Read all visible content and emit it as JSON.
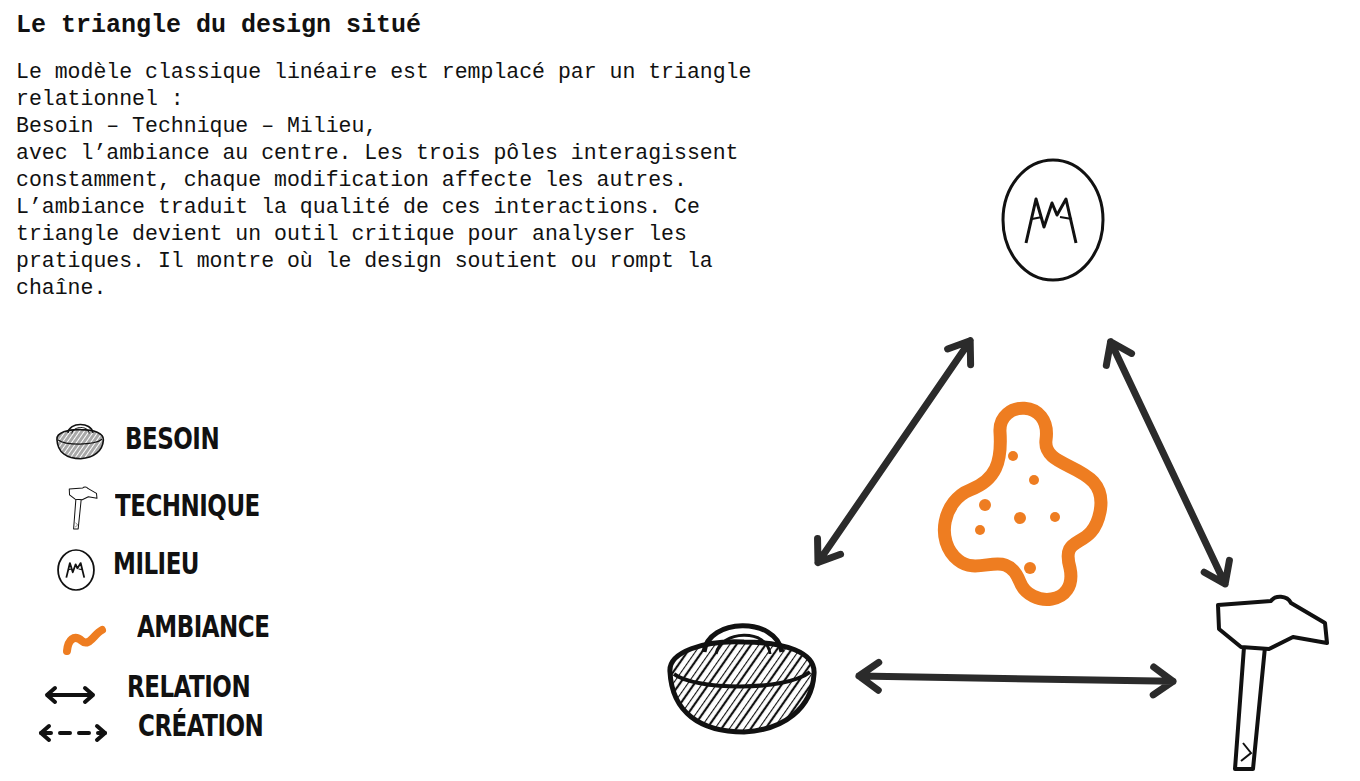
{
  "diagram": {
    "title": "Le triangle du design situé",
    "nodes": [
      {
        "text": []
      },
      {
        "text": []
      },
      {
        "text": []
      }
    ],
    "edges": [
      {
        "from": 0,
        "to": 1,
        "arrow": "both"
      },
      {
        "from": 0,
        "to": 2,
        "arrow": "both"
      },
      {
        "from": 1,
        "to": 2,
        "arrow": "both"
      }
    ],
    "labels": [
      "Le modèle classique linéaire est remplacé par un triangle relationnel :",
      "Besoin – Technique – Milieu,",
      "avec l’ambiance au centre. Les trois pôles interagissent constamment, chaque modification affecte les autres. L’ambiance traduit la qualité de ces interactions. Ce triangle devient un outil critique pour analyser les pratiques. Il montre où le design soutient ou rompt la chaîne."
    ],
    "legend": [
      {
        "text": "BESOIN"
      },
      {
        "text": "TECHNIQUE"
      },
      {
        "text": "MILIEU"
      },
      {
        "text": "AMBIANCE",
        "color": "#ee7d21"
      },
      {
        "text": "RELATION"
      },
      {
        "text": "CRÉATION"
      }
    ]
  }
}
